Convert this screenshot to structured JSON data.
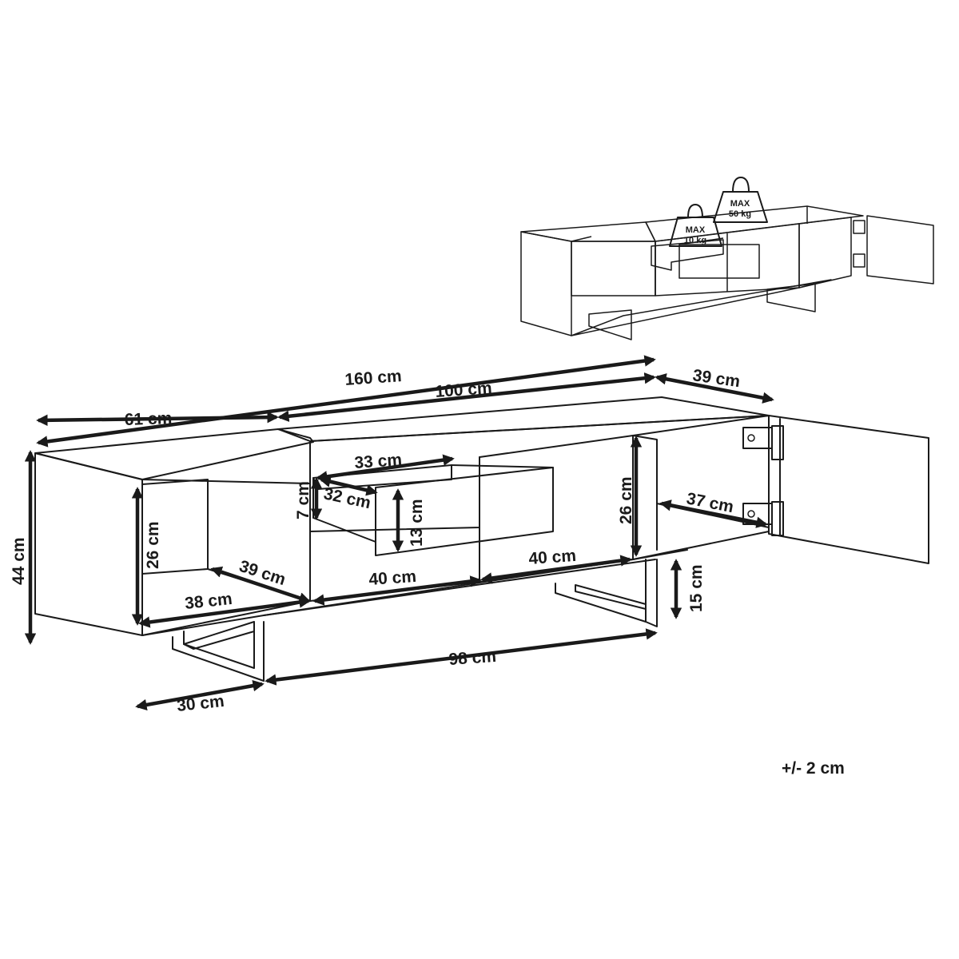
{
  "tolerance": "+/- 2 cm",
  "weights": [
    {
      "max": "MAX",
      "load": "50 kg"
    },
    {
      "max": "MAX",
      "load": "10 kg"
    }
  ],
  "dimensions": {
    "total_length": "160 cm",
    "top_center": "100 cm",
    "left_top": "61 cm",
    "right_depth": "39 cm",
    "height": "44 cm",
    "left_inner_height": "26 cm",
    "left_inner_depth": "39 cm",
    "left_inner_width": "38 cm",
    "drawer_width": "33 cm",
    "drawer_depth": "32 cm",
    "drawer_height_outer": "7 cm",
    "drawer_front_height": "13 cm",
    "center_left_width": "40 cm",
    "center_right_width": "40 cm",
    "right_inner_height": "26 cm",
    "right_inner_width": "37 cm",
    "leg_height": "15 cm",
    "leg_span": "98 cm",
    "leg_depth": "30 cm"
  }
}
